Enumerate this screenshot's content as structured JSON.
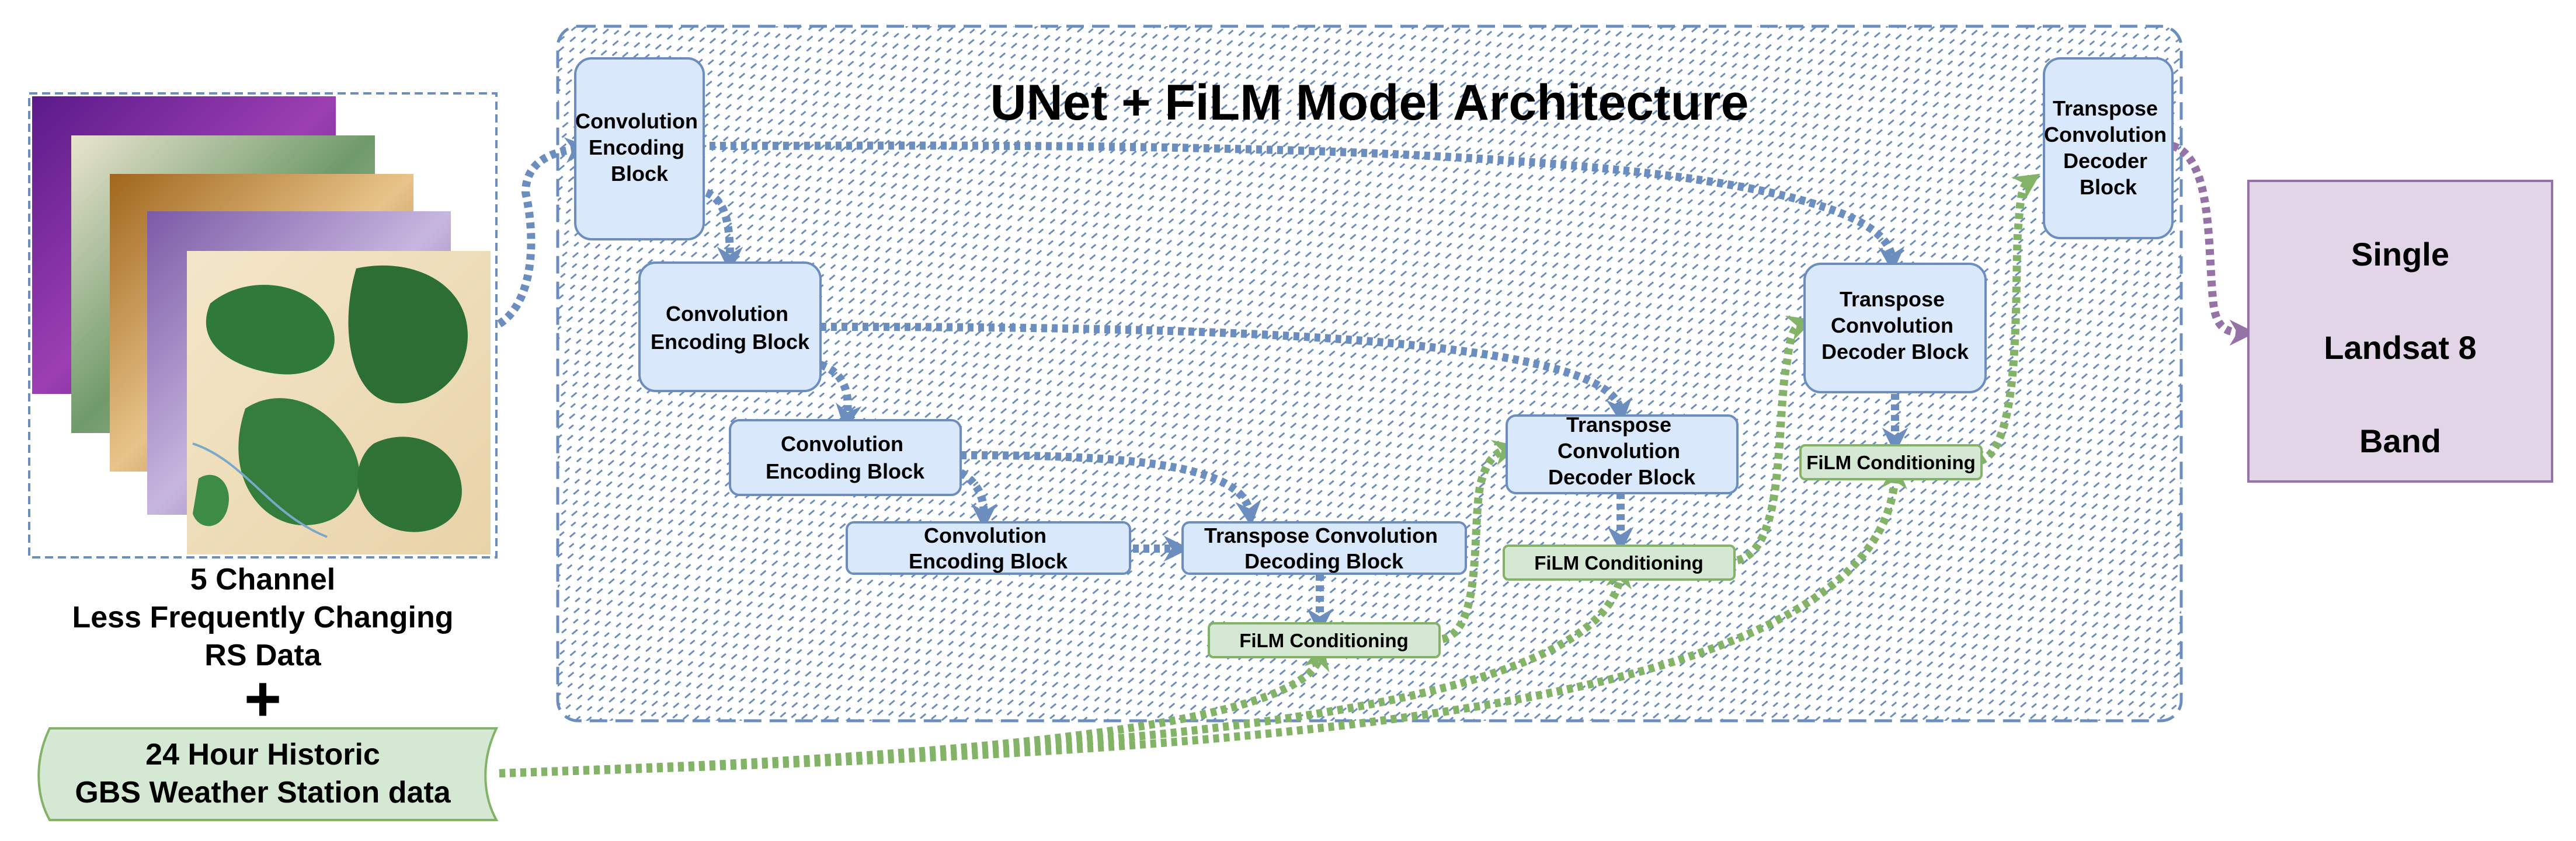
{
  "title": "UNet  + FiLM Model Architecture",
  "input_stack": {
    "caption_lines": [
      "5 Channel",
      "Less Frequently Changing",
      "RS Data"
    ],
    "plus": "+"
  },
  "weather_input": {
    "lines": [
      "24 Hour Historic",
      "GBS Weather Station data"
    ]
  },
  "encoder_blocks": [
    {
      "lines": [
        "Convolution",
        "Encoding",
        "Block"
      ]
    },
    {
      "lines": [
        "Convolution",
        "Encoding Block"
      ]
    },
    {
      "lines": [
        "Convolution",
        "Encoding Block"
      ]
    },
    {
      "lines": [
        "Convolution",
        "Encoding Block"
      ]
    }
  ],
  "decoder_blocks": [
    {
      "lines": [
        "Transpose Convolution",
        "Decoding Block"
      ]
    },
    {
      "lines": [
        "Transpose",
        "Convolution",
        "Decoder Block"
      ]
    },
    {
      "lines": [
        "Transpose",
        "Convolution",
        "Decoder Block"
      ]
    },
    {
      "lines": [
        "Transpose",
        "Convolution",
        "Decoder",
        "Block"
      ]
    }
  ],
  "film_blocks": [
    {
      "label": "FiLM Conditioning"
    },
    {
      "label": "FiLM Conditioning"
    },
    {
      "label": "FiLM Conditioning"
    }
  ],
  "output": {
    "lines": [
      "Single",
      "Landsat 8",
      "Band"
    ]
  },
  "colors": {
    "block_fill": "#dae8fc",
    "block_stroke": "#6c8ebf",
    "film_fill": "#d5e8d4",
    "film_stroke": "#82b366",
    "output_fill": "#e1d5e7",
    "output_stroke": "#9673a6"
  }
}
